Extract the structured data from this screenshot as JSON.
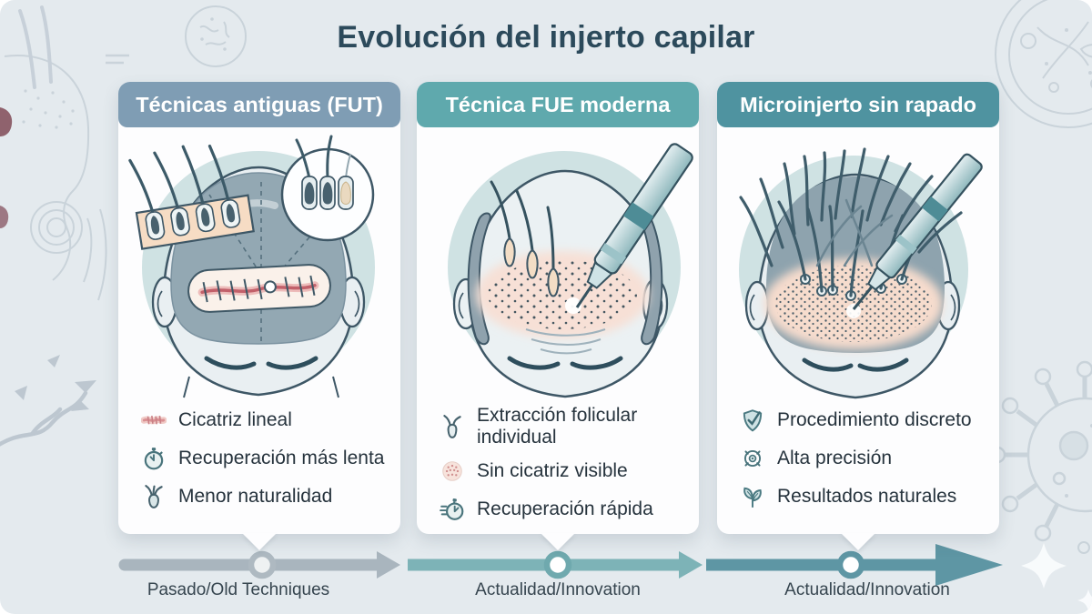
{
  "title": "Evolución del injerto capilar",
  "panels": [
    {
      "header": "Técnicas antiguas (FUT)",
      "illustration": "back-of-head-with-linear-strip-scar",
      "bullets": [
        {
          "icon": "scar-icon",
          "label": "Cicatriz lineal"
        },
        {
          "icon": "stopwatch-icon",
          "label": "Recuperación más lenta"
        },
        {
          "icon": "hair-follicle-icon",
          "label": "Menor naturalidad"
        }
      ]
    },
    {
      "header": "Técnica FUE moderna",
      "illustration": "bald-head-with-fue-punch-extracting-follicles",
      "bullets": [
        {
          "icon": "hair-follicle-icon",
          "label": "Extracción folicular individual"
        },
        {
          "icon": "stipple-dots-icon",
          "label": "Sin cicatriz visible"
        },
        {
          "icon": "fast-stopwatch-icon",
          "label": "Recuperación rápida"
        }
      ]
    },
    {
      "header": "Microinjerto sin rapado",
      "illustration": "head-with-long-hair-microinjection-pen",
      "bullets": [
        {
          "icon": "shield-check-icon",
          "label": "Procedimiento discreto"
        },
        {
          "icon": "target-icon",
          "label": "Alta precisión"
        },
        {
          "icon": "leaves-icon",
          "label": "Resultados naturales"
        }
      ]
    }
  ],
  "timeline": {
    "milestones": [
      {
        "label": "Pasado/Old Techniques"
      },
      {
        "label": "Actualidad/Innovation"
      },
      {
        "label": "Actualidad/Innovation"
      }
    ]
  },
  "colors": {
    "background": "#e4eaee",
    "title_text": "#2c4a5b",
    "header_fut": "#7f9db4",
    "header_fue": "#5fa9ad",
    "header_micro": "#4f93a0",
    "timeline_past": "#a9b5be",
    "timeline_mid": "#7db3b7",
    "timeline_now": "#5e96a4",
    "illustration_circle": "#cfe2e3",
    "scar_pink": "#d98f92"
  }
}
